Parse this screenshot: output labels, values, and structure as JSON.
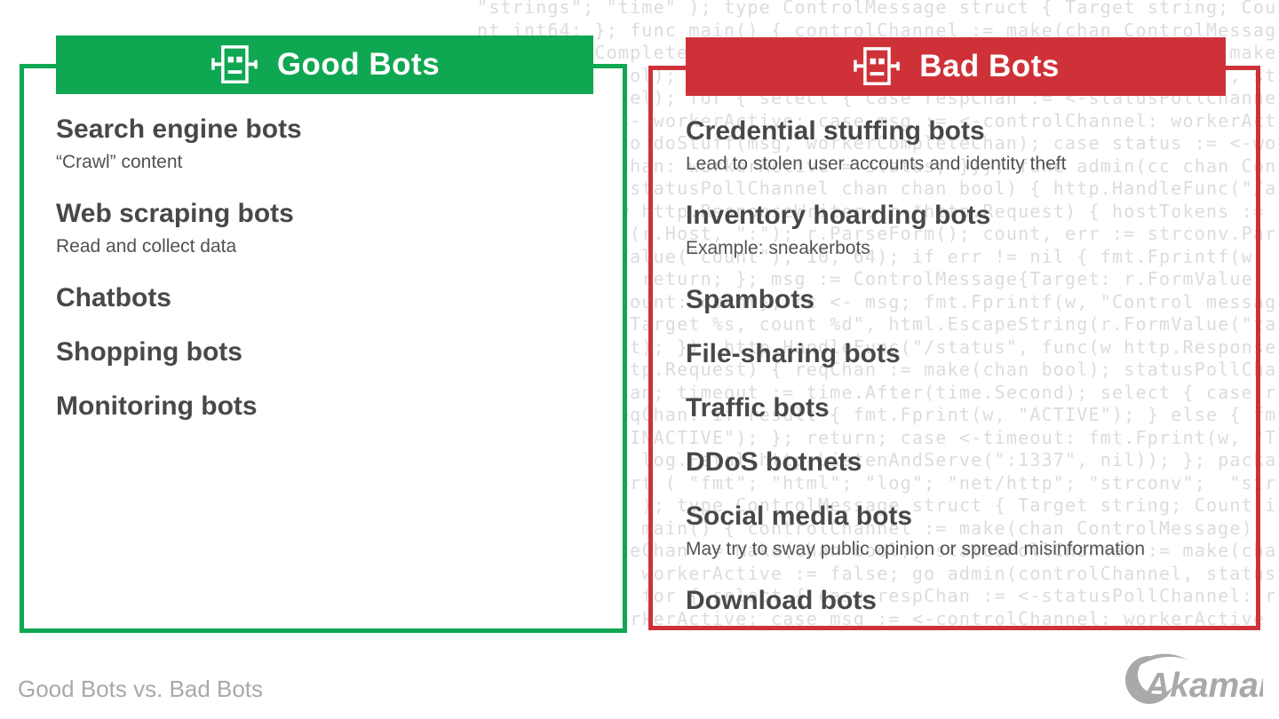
{
  "colors": {
    "good": "#0FA751",
    "bad": "#CE3238",
    "heading": "#48484A",
    "subtext": "#525254",
    "muted": "#A9A9AB",
    "code": "#DCDCDF"
  },
  "good_panel": {
    "title": "Good Bots",
    "icon": "robot-icon",
    "items": [
      {
        "title": "Search engine bots",
        "sub": "“Crawl” content"
      },
      {
        "title": "Web scraping bots",
        "sub": "Read and collect data"
      },
      {
        "title": "Chatbots"
      },
      {
        "title": "Shopping bots"
      },
      {
        "title": "Monitoring bots"
      }
    ]
  },
  "bad_panel": {
    "title": "Bad Bots",
    "icon": "robot-icon",
    "items": [
      {
        "title": "Credential stuffing bots",
        "sub": "Lead to stolen user accounts and identity theft"
      },
      {
        "title": "Inventory hoarding bots",
        "sub": "Example: sneakerbots"
      },
      {
        "title": "Spambots"
      },
      {
        "title": "File-sharing bots"
      },
      {
        "title": "Traffic bots"
      },
      {
        "title": "DDoS botnets"
      },
      {
        "title": "Social media bots",
        "sub": "May try to sway public opinion or spread misinformation"
      },
      {
        "title": "Download bots"
      }
    ]
  },
  "footer": {
    "caption": "Good Bots vs. Bad Bots",
    "logo_text": "Akamai",
    "logo_icon": "akamai-crescent-icon"
  },
  "background_code": "\"strings\"; \"time\" ); type ControlMessage struct { Target string; Count int64; }; func main() { controlChannel := make(chan ControlMessage); workerCompleteChan := make(chan bool); statusPollChannel := make(chan chan bool); workerActive := false; go admin(controlChannel, statusPollChannel); for { select { case respChan := <-statusPollChannel: respChan <- workerActive; case msg := <-controlChannel: workerActive = true; go doStuff(msg, workerCompleteChan); case status := <-workerCompleteChan: workerActive = status; }}}; func admin(cc chan ControlMessage, statusPollChannel chan chan bool) { http.HandleFunc(\"/admin\", func(w http.ResponseWriter, r *http.Request) { hostTokens := strings.Split(r.Host, \":\"); r.ParseForm(); count, err := strconv.ParseInt(r.FormValue(\"count\"), 10, 64); if err != nil { fmt.Fprintf(w, err.Error()); return; }; msg := ControlMessage{Target: r.FormValue(\"target\"), Count: count}; cc <- msg; fmt.Fprintf(w, \"Control message issued for Target %s, count %d\", html.EscapeString(r.FormValue(\"target\")), count); }); http.HandleFunc(\"/status\", func(w http.ResponseWriter, r *http.Request) { reqChan := make(chan bool); statusPollChannel <- reqChan; timeout := time.After(time.Second); select { case result := <-reqChan: if result { fmt.Fprint(w, \"ACTIVE\"); } else { fmt.Fprint(w, \"INACTIVE\"); }; return; case <-timeout: fmt.Fprint(w, \"TIMEOUT\");}}); log.Fatal(http.ListenAndServe(\":1337\", nil)); }; package main; import ( \"fmt\"; \"html\"; \"log\"; \"net/http\"; \"strconv\"; "
}
